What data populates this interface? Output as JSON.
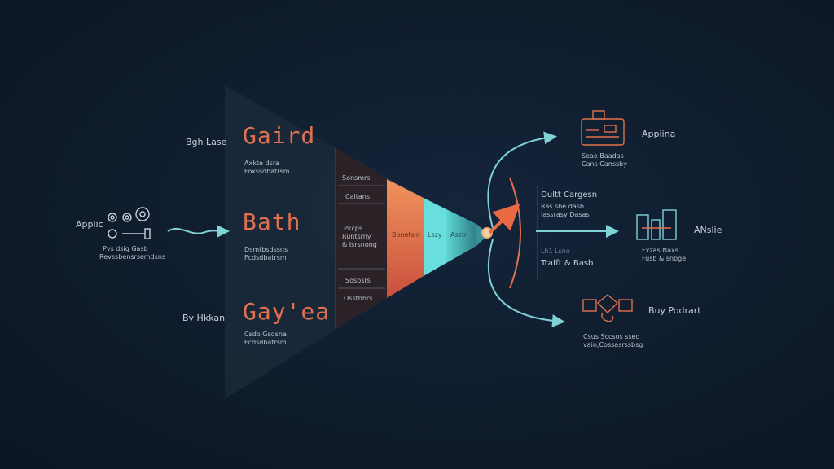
{
  "colors": {
    "background": "#0f1c2c",
    "accent_orange": "#e0704f",
    "accent_teal": "#7fd3d6",
    "text": "#c9d2db"
  },
  "source": {
    "label": "Applic",
    "sub1": "Pvs dsig Gasb",
    "sub2": "Revssbensrsemdsns"
  },
  "left_labels": {
    "top": "Bgh Lase",
    "bottom": "By Hkkan"
  },
  "stages": [
    {
      "title": "Gaird",
      "sub1": "Axkte dsra",
      "sub2": "Foxssdbatrsm"
    },
    {
      "title": "Bath",
      "sub1": "Dsmtbsdssns",
      "sub2": "Fcdsdbatrsm"
    },
    {
      "title": "Gay'ea",
      "sub1": "Csdo Gsdsna",
      "sub2": "Fcdsdbatrsm"
    }
  ],
  "bands": [
    {
      "label": "Sonsmrs"
    },
    {
      "label": "Caltans"
    },
    {
      "label1": "Pkcps",
      "label2": "Runtsrny",
      "label3": "& Isrsnong"
    },
    {
      "label": "Sosbsrs"
    },
    {
      "label": "Osstbhrs"
    }
  ],
  "segments": [
    "Bonetsin",
    "Lszy",
    "Aszin"
  ],
  "center_labels": {
    "title": "Oultt Cargesn",
    "sub1": "Ras sbe dasb",
    "sub2": "Iassrasy Dasas",
    "mid": "Lh1 Lsno",
    "bottom": "Trafft & Basb"
  },
  "outputs": [
    {
      "title": "Appiina",
      "sub1": "Seae Baadas",
      "sub2": "Cans Canssby",
      "icon": "card-icon"
    },
    {
      "title": "ANslie",
      "sub1": "Fxzas Naxs",
      "sub2": "Fusb & snbge",
      "icon": "chart-icon"
    },
    {
      "title": "Buy Podrart",
      "sub1": "Csus Sccsos ssed",
      "sub2": "vain,Cossasrssbsg",
      "icon": "box-icon"
    }
  ]
}
